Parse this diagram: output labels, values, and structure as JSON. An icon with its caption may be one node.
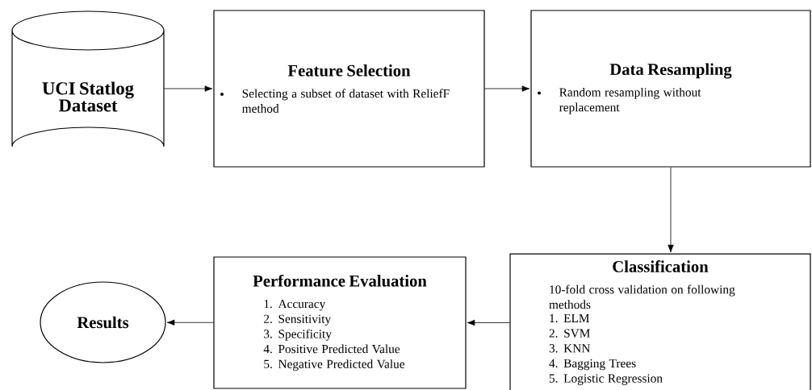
{
  "diagram": {
    "nodes": [
      {
        "text": [
          "UCI Statlog Dataset"
        ]
      },
      {
        "text": [
          "Feature Selection",
          "Selecting a subset of dataset with ReliefF method"
        ]
      },
      {
        "text": [
          "Data Resampling",
          "Random resampling without replacement"
        ]
      },
      {
        "text": [
          "Results"
        ]
      },
      {
        "text": [
          "Performance Evaluation",
          "1. Accuracy",
          "2. Sensitivity",
          "3. Specificity",
          "4. Positive Predicted Value",
          "5. Negative Predicted Value"
        ]
      },
      {
        "text": [
          "Classification",
          "10-fold cross validation on following methods",
          "1. ELM",
          "2. SVM",
          "3. KNN",
          "4. Bagging Trees",
          "5. Logistic Regression"
        ]
      }
    ],
    "edges": [
      {
        "from": 0,
        "to": 1,
        "arrow": "to"
      },
      {
        "from": 1,
        "to": 2,
        "arrow": "to"
      },
      {
        "from": 2,
        "to": 5,
        "arrow": "to"
      },
      {
        "from": 5,
        "to": 4,
        "arrow": "to"
      },
      {
        "from": 4,
        "to": 3,
        "arrow": "to"
      }
    ]
  }
}
